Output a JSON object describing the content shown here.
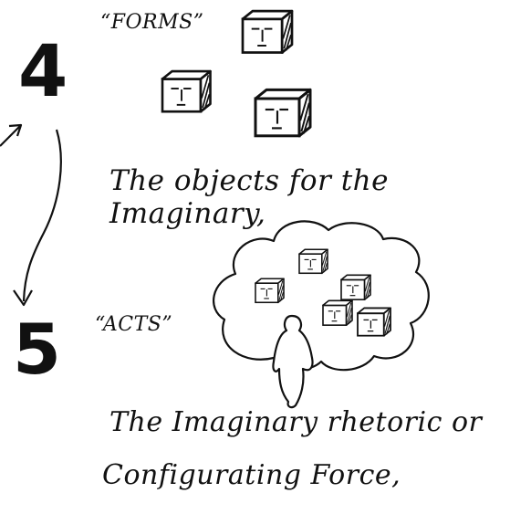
{
  "steps": [
    {
      "number": "4",
      "label": "“FORMS”",
      "caption": "The objects for the Imaginary,"
    },
    {
      "number": "5",
      "label": "“ACTS”",
      "caption_line1": "The Imaginary rhetoric or",
      "caption_line2": "Configurating Force,"
    }
  ],
  "icons": {
    "cube": "cube-face-icon",
    "cloud": "thought-cloud-icon",
    "figure": "human-figure-icon",
    "arrow": "curved-arrow-icon"
  },
  "colors": {
    "ink": "#111111",
    "background": "#ffffff"
  }
}
